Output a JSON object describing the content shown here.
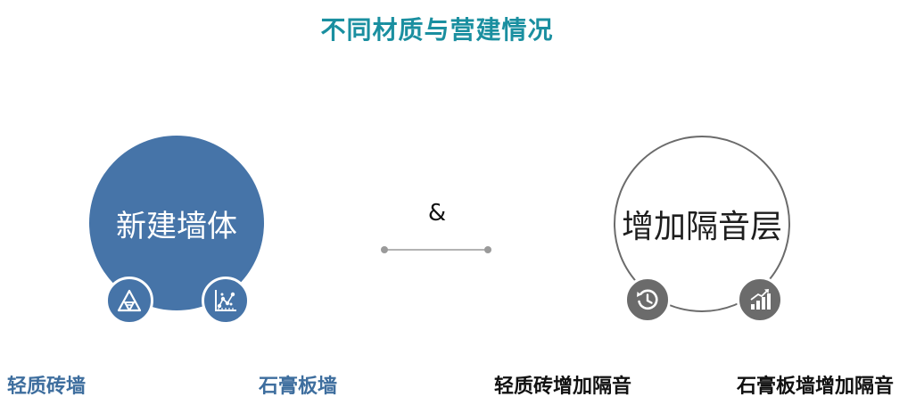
{
  "title": "不同材质与营建情况",
  "left": {
    "circle_text": "新建墙体",
    "label_1": "轻质砖墙",
    "label_2": "石膏板墙",
    "icon_1": "triangle-icon",
    "icon_2": "scatter-chart-icon"
  },
  "connector": {
    "symbol": "&"
  },
  "right": {
    "circle_text": "增加隔音层",
    "label_1": "轻质砖增加隔音",
    "label_2": "石膏板墙增加隔音",
    "icon_1": "history-icon",
    "icon_2": "growth-chart-icon"
  },
  "colors": {
    "title": "#1a8fa0",
    "accent_blue": "#4674a8",
    "gray": "#6b6b6b",
    "label_blue": "#3e6e9e"
  }
}
